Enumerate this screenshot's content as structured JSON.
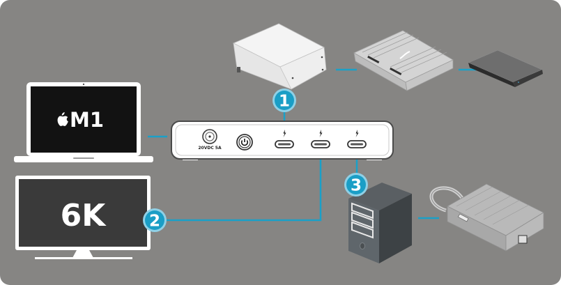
{
  "diagram": {
    "title": "Thunderbolt dock connection diagram",
    "colors": {
      "background": "#868583",
      "cable": "#1aa0c8",
      "badge_fill": "#1a9ec6",
      "badge_ring": "#8fd0e6",
      "screen_dark": "#121212",
      "monitor_screen": "#3a3a3a",
      "device_frame": "#ffffff"
    },
    "laptop": {
      "label": "M1",
      "logo": "apple-logo-icon"
    },
    "monitor": {
      "label": "6K"
    },
    "dock": {
      "power_label": "20VDC 5A",
      "ports": [
        {
          "id": "port-1",
          "icon": "thunderbolt-icon",
          "badge": "1"
        },
        {
          "id": "port-2",
          "icon": "thunderbolt-icon",
          "badge": "2"
        },
        {
          "id": "port-3",
          "icon": "thunderbolt-icon",
          "badge": "3"
        }
      ]
    },
    "badges": [
      "1",
      "2",
      "3"
    ],
    "devices": {
      "chain_1": [
        "storage-enclosure",
        "pcie-expansion-chassis",
        "portable-drive"
      ],
      "chain_2": [
        "display-6k"
      ],
      "chain_3": [
        "tower-computer",
        "ethernet-adapter"
      ]
    }
  }
}
